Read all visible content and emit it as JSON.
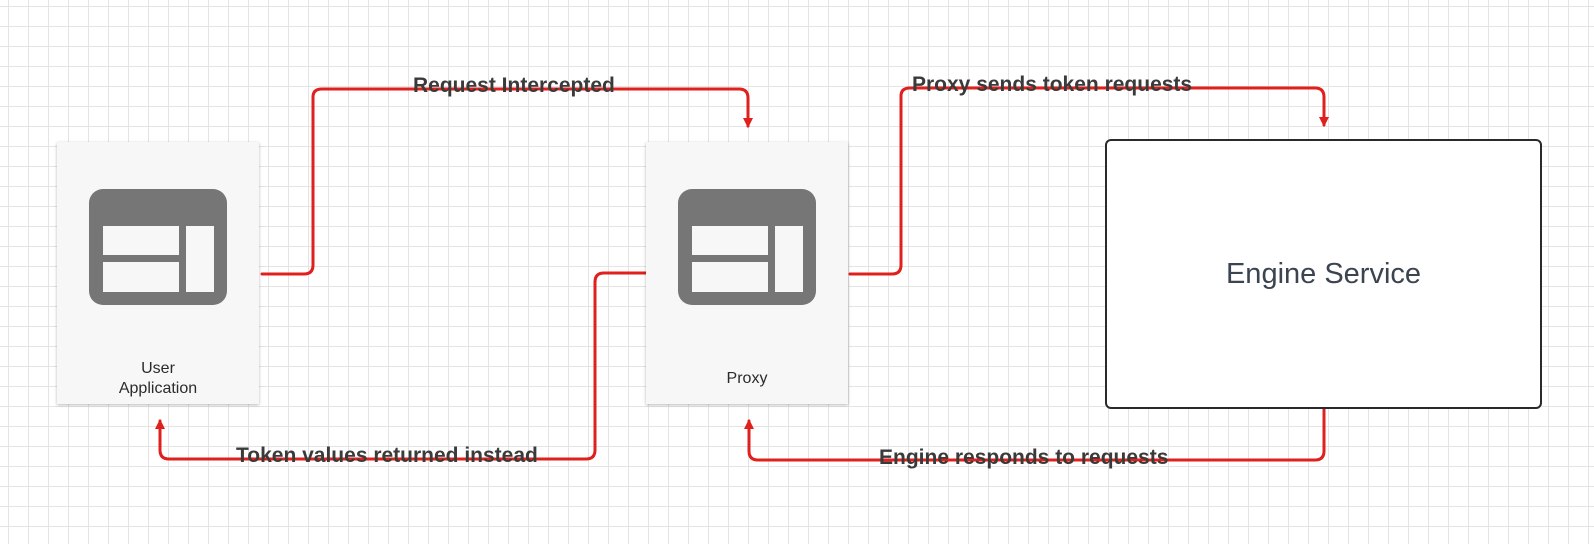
{
  "nodes": {
    "user_app": {
      "label": "User\nApplication",
      "icon": "app-window-icon"
    },
    "proxy": {
      "label": "Proxy",
      "icon": "app-window-icon"
    },
    "engine": {
      "label": "Engine Service"
    }
  },
  "edges": {
    "request_intercepted": "Request Intercepted",
    "proxy_sends": "Proxy sends token requests",
    "engine_responds": "Engine responds to requests",
    "token_returned": "Token values returned instead"
  },
  "colors": {
    "connector": "#e0201c",
    "icon": "#767676",
    "grid": "#e4e4e4",
    "card": "#f7f7f7",
    "border": "#2a2a2a"
  }
}
